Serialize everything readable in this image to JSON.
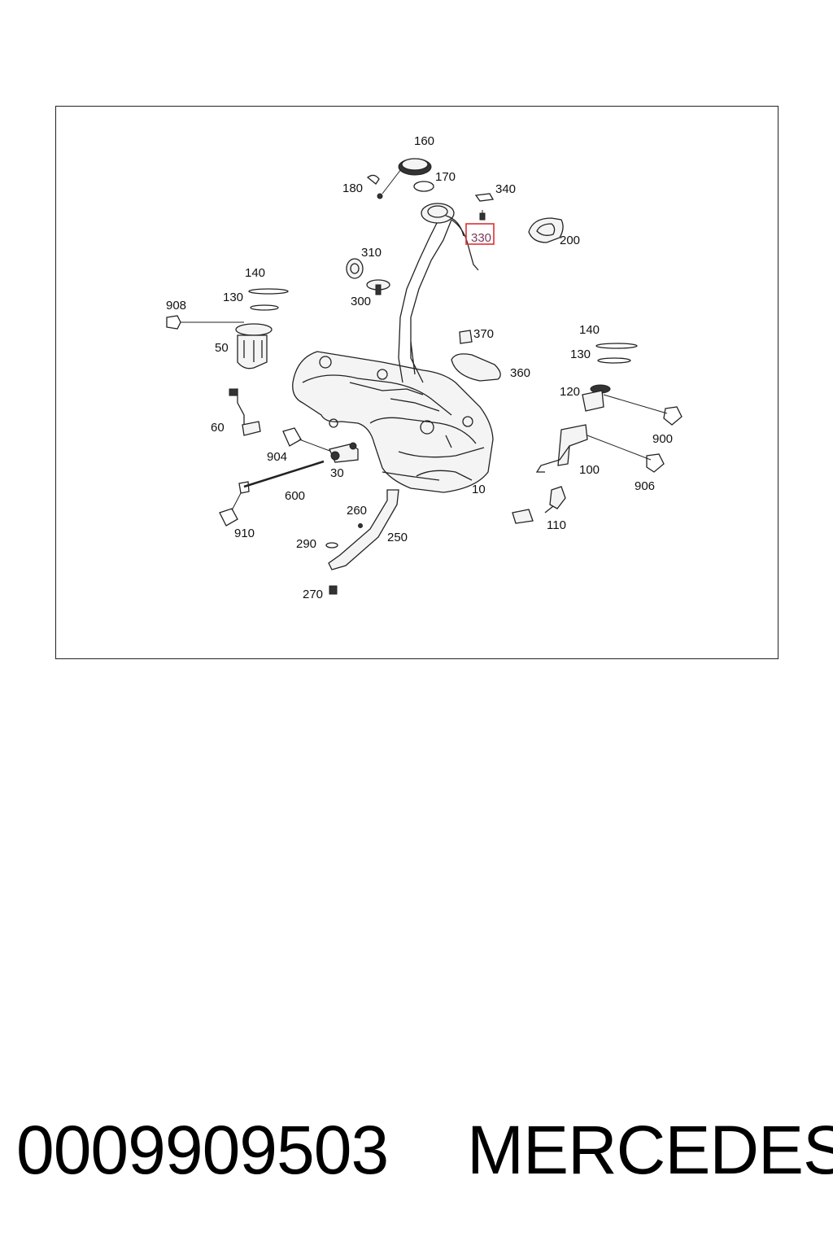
{
  "diagram": {
    "labels": {
      "p10": "10",
      "p30": "30",
      "p50": "50",
      "p60": "60",
      "p100": "100",
      "p110": "110",
      "p120": "120",
      "p130a": "130",
      "p130b": "130",
      "p140a": "140",
      "p140b": "140",
      "p160": "160",
      "p170": "170",
      "p180": "180",
      "p200": "200",
      "p250": "250",
      "p260": "260",
      "p270": "270",
      "p290": "290",
      "p300": "300",
      "p310": "310",
      "p330": "330",
      "p340": "340",
      "p360": "360",
      "p370": "370",
      "p600": "600",
      "p900": "900",
      "p904": "904",
      "p906": "906",
      "p908": "908",
      "p910": "910"
    },
    "highlight": {
      "part": "330",
      "color": "#e03030"
    }
  },
  "footer": {
    "part_number": "0009909503",
    "brand": "MERCEDES"
  }
}
